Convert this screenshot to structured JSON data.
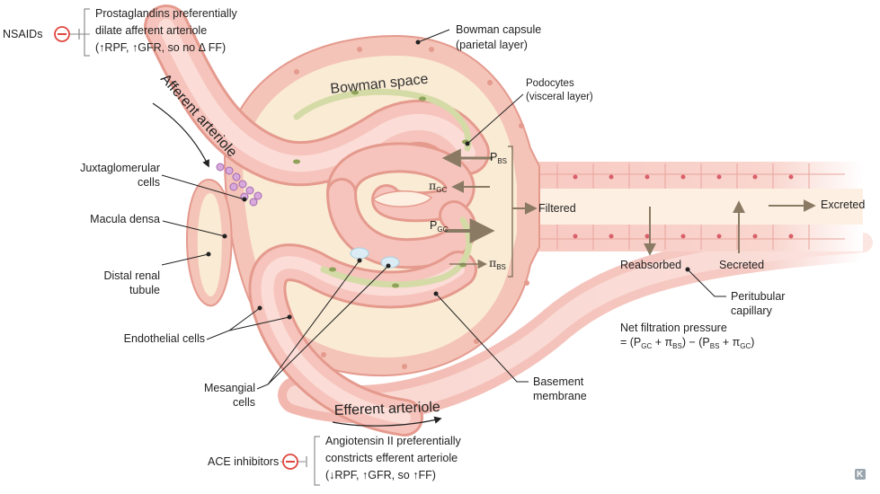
{
  "drugs": {
    "nsaids": {
      "label": "NSAIDs",
      "effect_line1": "Prostaglandins preferentially",
      "effect_line2": "dilate afferent arteriole",
      "effect_line3": "(↑RPF,  ↑GFR, so no Δ FF)"
    },
    "ace": {
      "label": "ACE inhibitors",
      "effect_line1": "Angiotensin II preferentially",
      "effect_line2": "constricts efferent arteriole",
      "effect_line3": "(↓RPF, ↑GFR, so ↑FF)"
    }
  },
  "structures": {
    "afferent_arteriole": "Afferent arteriole",
    "efferent_arteriole": "Efferent arteriole",
    "bowman_space": "Bowman space",
    "bowman_capsule_line1": "Bowman capsule",
    "bowman_capsule_line2": "(parietal layer)",
    "podocytes_line1": "Podocytes",
    "podocytes_line2": "(visceral layer)",
    "juxtaglomerular_line1": "Juxtaglomerular",
    "juxtaglomerular_line2": "cells",
    "macula_densa": "Macula densa",
    "distal_tubule_line1": "Distal renal",
    "distal_tubule_line2": "tubule",
    "endothelial_cells": "Endothelial cells",
    "mesangial_line1": "Mesangial",
    "mesangial_line2": "cells",
    "basement_line1": "Basement",
    "basement_line2": "membrane",
    "peritubular_line1": "Peritubular",
    "peritubular_line2": "capillary"
  },
  "forces": {
    "p_bs": "P",
    "p_bs_sub": "BS",
    "pi_gc": "π",
    "pi_gc_sub": "GC",
    "p_gc": "P",
    "p_gc_sub": "GC",
    "pi_bs": "π",
    "pi_bs_sub": "BS"
  },
  "processes": {
    "filtered": "Filtered",
    "excreted": "Excreted",
    "reabsorbed": "Reabsorbed",
    "secreted": "Secreted"
  },
  "nfp": {
    "title": "Net filtration pressure",
    "eq_p1": "= (P",
    "eq_s1": "GC",
    "eq_p2": " + π",
    "eq_s2": "BS",
    "eq_p3": ") − (P",
    "eq_s3": "BS",
    "eq_p4": " + π",
    "eq_s4": "GC",
    "eq_p5": ")"
  },
  "colors": {
    "vessel": "#f2b8b0",
    "vessel_dark": "#e07f78",
    "bowman": "#f9dfc8",
    "podocyte": "#d9deb0",
    "jg": "#c08fc6",
    "arrow": "#8a7a64",
    "inhibit": "#e0473e"
  },
  "logo": "K"
}
